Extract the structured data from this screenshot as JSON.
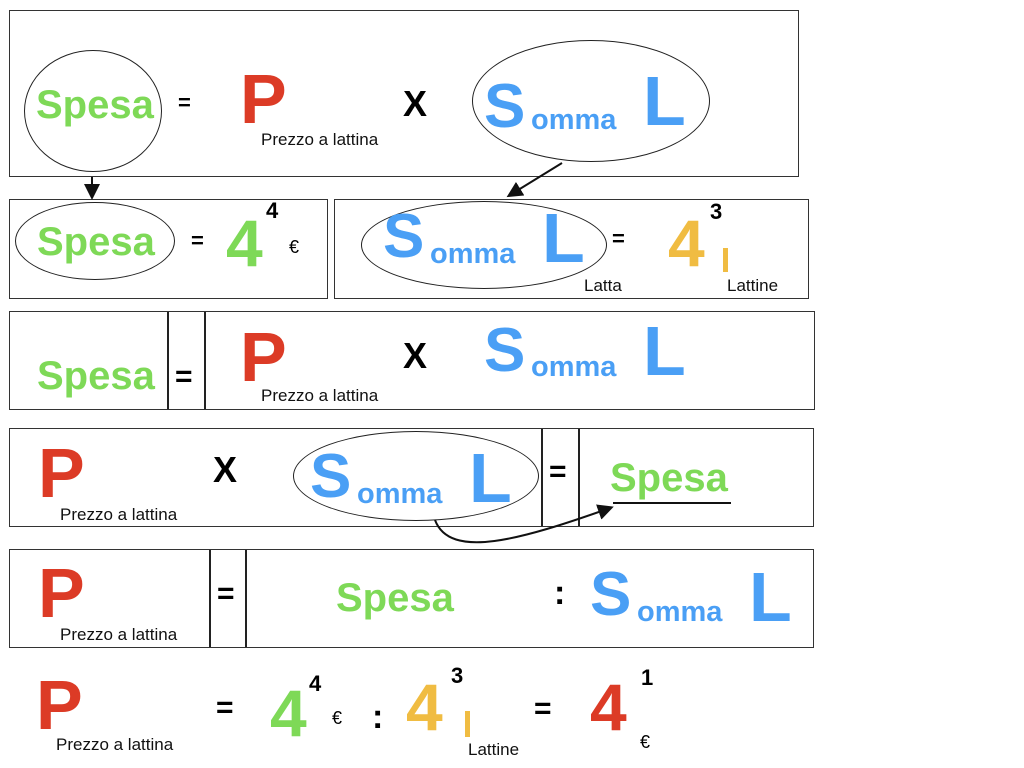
{
  "colors": {
    "spesa": "#7ed957",
    "prezzo": "#dc3b26",
    "somma": "#4a9ff5",
    "lattine": "#f0bc42"
  },
  "row1": {
    "spesa": "Spesa",
    "eq": "=",
    "p": "P",
    "p_label": "Prezzo a lattina",
    "times": "X",
    "s": "S",
    "omma": "omma",
    "l": "L"
  },
  "row2a": {
    "spesa": "Spesa",
    "eq": "=",
    "value": "4",
    "sup": "4",
    "unit": "€"
  },
  "row2b": {
    "s": "S",
    "omma": "omma",
    "l": "L",
    "l_label": "Latta",
    "eq": "=",
    "value": "4",
    "sup": "3",
    "unit_mark": "l",
    "unit_label": "Lattine"
  },
  "row3": {
    "spesa": "Spesa",
    "eq": "=",
    "p": "P",
    "p_label": "Prezzo a lattina",
    "times": "X",
    "s": "S",
    "omma": "omma",
    "l": "L"
  },
  "row4": {
    "p": "P",
    "p_label": "Prezzo a lattina",
    "times": "X",
    "s": "S",
    "omma": "omma",
    "l": "L",
    "eq": "=",
    "spesa": "Spesa"
  },
  "row5": {
    "p": "P",
    "p_label": "Prezzo a lattina",
    "eq": "=",
    "spesa": "Spesa",
    "div": ":",
    "s": "S",
    "omma": "omma",
    "l": "L"
  },
  "row6": {
    "p": "P",
    "p_label": "Prezzo a lattina",
    "eq1": "=",
    "v1": "4",
    "v1_sup": "4",
    "v1_unit": "€",
    "div": ":",
    "v2": "4",
    "v2_sup": "3",
    "v2_unit_label": "Lattine",
    "eq2": "=",
    "v3": "4",
    "v3_sup": "1",
    "v3_unit": "€"
  }
}
